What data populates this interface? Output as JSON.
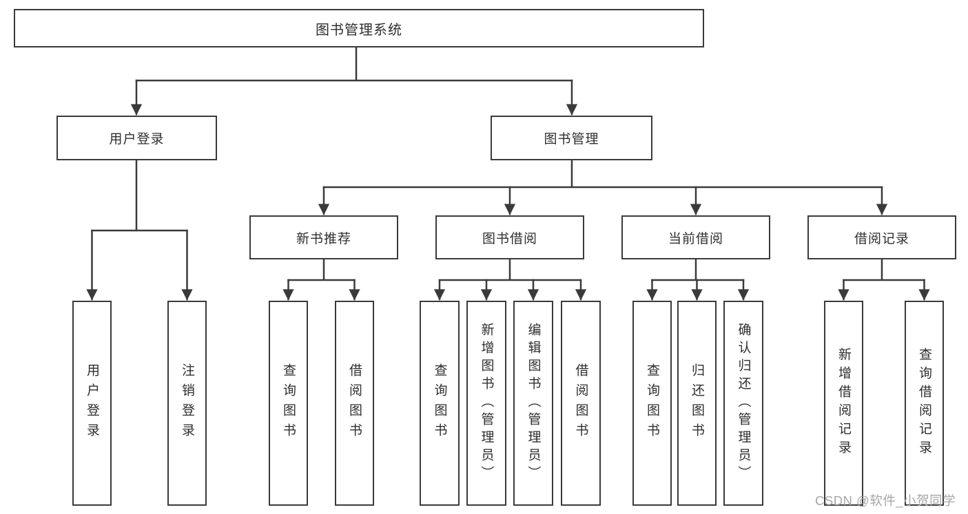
{
  "diagram_title": "图书管理系统",
  "tree": {
    "label": "图书管理系统",
    "children": [
      {
        "label": "用户登录",
        "children": [
          {
            "label": "用户登录"
          },
          {
            "label": "注销登录"
          }
        ]
      },
      {
        "label": "图书管理",
        "children": [
          {
            "label": "新书推荐",
            "children": [
              {
                "label": "查询图书"
              },
              {
                "label": "借阅图书"
              }
            ]
          },
          {
            "label": "图书借阅",
            "children": [
              {
                "label": "查询图书"
              },
              {
                "label": "新增图书（管理员）"
              },
              {
                "label": "编辑图书（管理员）"
              },
              {
                "label": "借阅图书"
              }
            ]
          },
          {
            "label": "当前借阅",
            "children": [
              {
                "label": "查询图书"
              },
              {
                "label": "归还图书"
              },
              {
                "label": "确认归还（管理员）"
              }
            ]
          },
          {
            "label": "借阅记录",
            "children": [
              {
                "label": "新增借阅记录"
              },
              {
                "label": "查询借阅记录"
              }
            ]
          }
        ]
      }
    ]
  },
  "watermark": {
    "text": "CSDN @软件_小贺同学"
  },
  "colors": {
    "line": "#3a3a3a",
    "text": "#2e2e2e",
    "watermark": "#a6a6a6",
    "background": "#ffffff"
  }
}
